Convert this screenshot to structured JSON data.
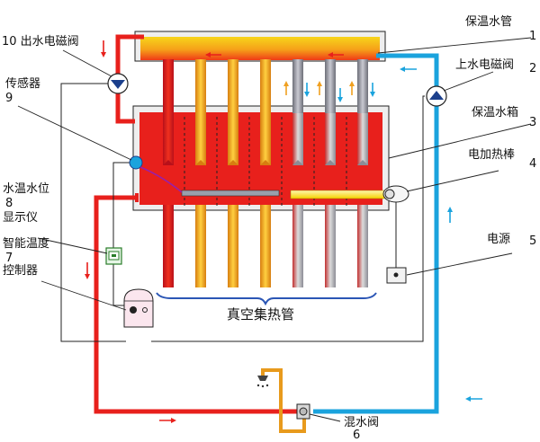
{
  "labels": {
    "outlet_valve": "10 出水电磁阀",
    "sensor": "传感器",
    "sensor_num": "9",
    "level_display_1": "水温水位",
    "level_display_num": "8",
    "level_display_2": "显示仪",
    "controller_1": "智能温度",
    "controller_num": "7",
    "controller_2": "控制器",
    "insulated_pipe": "保温水管",
    "insulated_pipe_num": "1",
    "inlet_valve": "上水电磁阀",
    "inlet_valve_num": "2",
    "insulated_tank": "保温水箱",
    "insulated_tank_num": "3",
    "heater_rod": "电加热棒",
    "heater_rod_num": "4",
    "power": "电源",
    "power_num": "5",
    "vacuum_tubes": "真空集热管",
    "mixing_valve": "混水阀",
    "mixing_valve_num": "6"
  },
  "colors": {
    "hot_water": "#e8201c",
    "cold_water": "#1aa3dd",
    "mix_water": "#e89a1c",
    "arrow_red": "#e8201c",
    "arrow_blue": "#1aa3dd",
    "arrow_orange": "#f0a020"
  }
}
